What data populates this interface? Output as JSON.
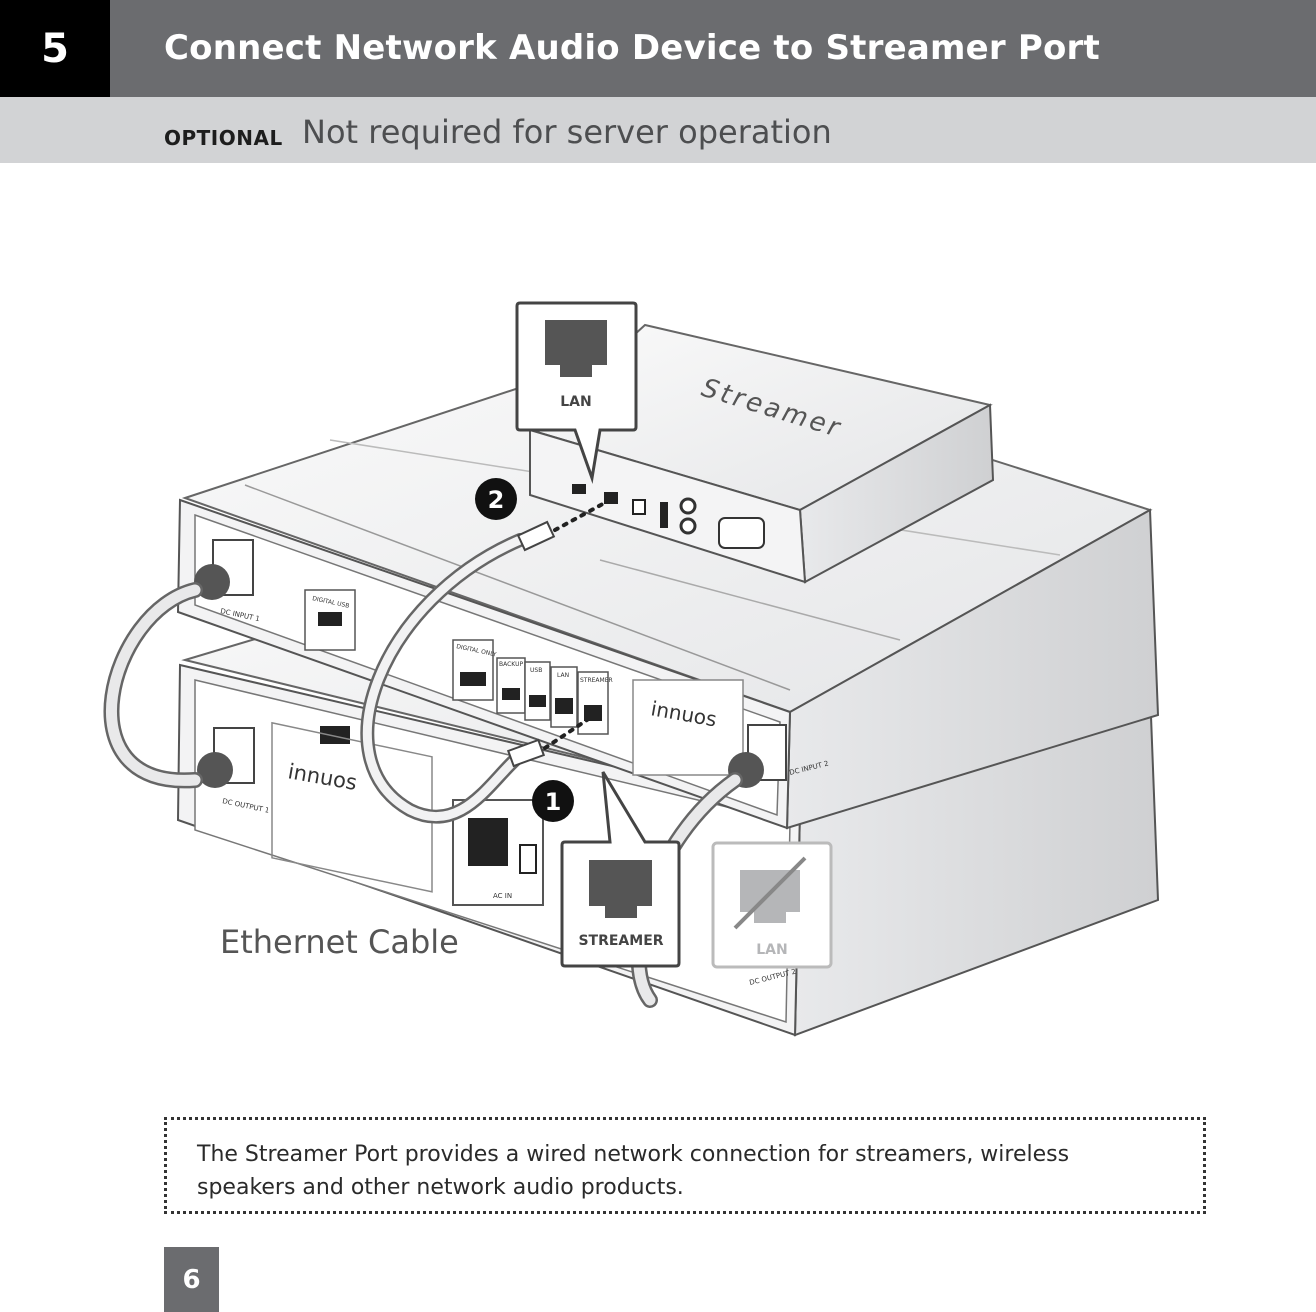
{
  "header": {
    "step_number": "5",
    "title": "Connect Network Audio Device to Streamer Port"
  },
  "subheader": {
    "tag": "OPTIONAL",
    "text": "Not required for server operation"
  },
  "illustration": {
    "streamer_label": "Streamer",
    "callout_lan_top": "LAN",
    "callout_streamer": "STREAMER",
    "callout_lan_disabled": "LAN",
    "step_badge_1": "1",
    "step_badge_2": "2",
    "cable_label": "Ethernet Cable",
    "brand_top": "innuos",
    "brand_bottom": "innuos",
    "port_labels": {
      "digital_usb": "DIGITAL USB",
      "digital_only": "DIGITAL ONLY",
      "backup": "BACKUP",
      "usb": "USB",
      "lan": "LAN",
      "streamer": "STREAMER",
      "ac_in": "AC IN"
    },
    "dc_labels": {
      "dc_output_1": "DC OUTPUT 1",
      "dc_input_1": "DC INPUT 1",
      "dc_input_2": "DC INPUT 2",
      "dc_output_2": "DC OUTPUT 2"
    }
  },
  "note": {
    "text": "The Streamer Port provides a wired network connection for streamers, wireless speakers and other network audio products."
  },
  "footer": {
    "page_number": "6"
  },
  "colors": {
    "header_bg": "#6b6c6f",
    "step_box_bg": "#000000",
    "subheader_bg": "#d2d3d5",
    "device_light": "#f2f2f3",
    "device_mid": "#d9dadc",
    "outline": "#555555"
  }
}
